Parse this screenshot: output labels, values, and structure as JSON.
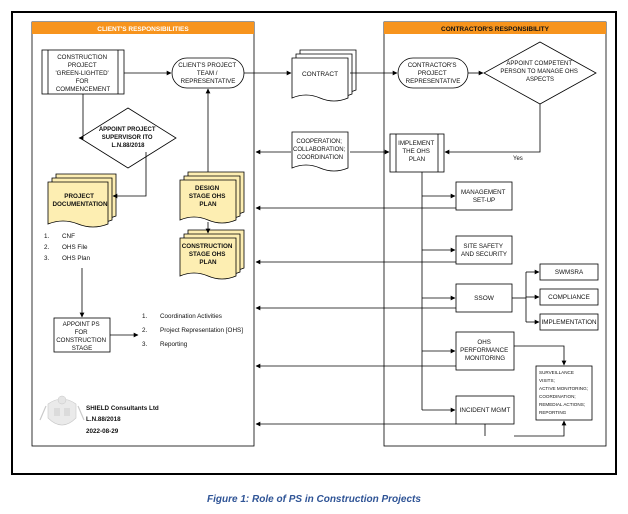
{
  "headers": {
    "client": "CLIENT'S RESPONSIBILITIES",
    "contractor": "CONTRACTOR'S RESPONSIBILITY"
  },
  "nodes": {
    "construction_project": [
      "CONSTRUCTION",
      "PROJECT",
      "'GREEN-LIGHTED'",
      "FOR",
      "COMMENCEMENT"
    ],
    "client_team": [
      "CLIENT'S PROJECT",
      "TEAM /",
      "REPRESENTATIVE"
    ],
    "contract": "CONTRACT",
    "contractor_rep": [
      "CONTRACTOR'S",
      "PROJECT",
      "REPRESENTATIVE"
    ],
    "appoint_competent": [
      "APPOINT COMPETENT",
      "PERSON TO MANAGE OHS",
      "ASPECTS"
    ],
    "appoint_supervisor": [
      "APPOINT PROJECT",
      "SUPERVISOR ITO",
      "L.N.88/2018"
    ],
    "cooperation": [
      "COOPERATION;",
      "COLLABORATION;",
      "COORDINATION"
    ],
    "implement_plan": [
      "IMPLEMENT",
      "THE OHS",
      "PLAN"
    ],
    "yes_label": "Yes",
    "project_documentation": [
      "PROJECT",
      "DOCUMENTATION"
    ],
    "design_stage_plan": [
      "DESIGN",
      "STAGE OHS",
      "PLAN"
    ],
    "construction_stage_plan": [
      "CONSTRUCTION",
      "STAGE OHS",
      "PLAN"
    ],
    "management_setup": [
      "MANAGEMENT",
      "SET-UP"
    ],
    "site_safety": [
      "SITE SAFETY",
      "AND SECURITY"
    ],
    "ssow": "SSOW",
    "swmsra": "SWMSRA",
    "compliance": "COMPLIANCE",
    "implementation": "IMPLEMENTATION",
    "ohs_monitoring": [
      "OHS",
      "PERFORMANCE",
      "MONITORING"
    ],
    "incident_mgmt": "INCIDENT MGMT",
    "surveillance_box": [
      "SURVEILLANCE",
      "VISITS;",
      "ACTIVE MONITORING;",
      "COORDINATION;",
      "REMEDIAL ACTIONS;",
      "REPORTING"
    ],
    "appoint_ps": [
      "APPOINT PS",
      "FOR",
      "CONSTRUCTION",
      "STAGE"
    ]
  },
  "doc_list": [
    {
      "num": "1.",
      "text": "CNF"
    },
    {
      "num": "2.",
      "text": "OHS File"
    },
    {
      "num": "3.",
      "text": "OHS Plan"
    }
  ],
  "activities_list": [
    {
      "num": "1.",
      "text": "Coordination Activities"
    },
    {
      "num": "2.",
      "text": "Project Representation [OHS]"
    },
    {
      "num": "3.",
      "text": "Reporting"
    }
  ],
  "footer": {
    "company": "SHIELD Consultants Ltd",
    "reference": "L.N.88/2018",
    "date": "2022-08-29",
    "logo_icon": "coat-of-arms-icon"
  },
  "caption": "Figure 1: Role of PS in Construction Projects",
  "colors": {
    "header_fill": "#f7941d",
    "document_fill": "#fdeeb2",
    "stroke": "#000000",
    "caption": "#2f5496"
  }
}
